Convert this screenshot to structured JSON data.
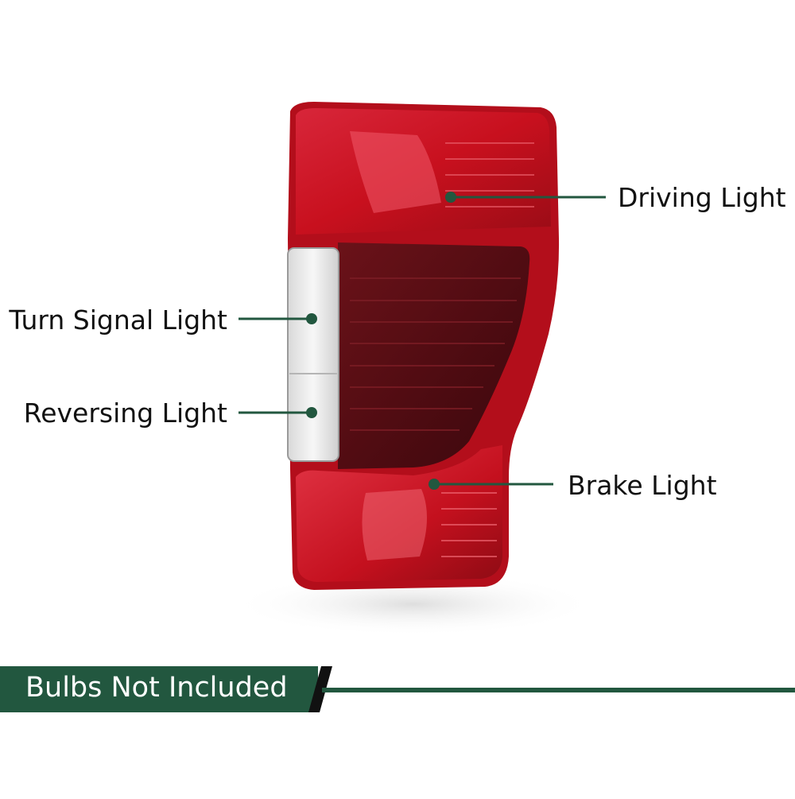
{
  "callouts": {
    "driving": "Driving Light",
    "turn_signal": "Turn Signal Light",
    "reversing": "Reversing Light",
    "brake": "Brake Light"
  },
  "banner": {
    "text": "Bulbs Not Included"
  },
  "colors": {
    "accent_green": "#22573f",
    "lamp_red": "#c8101e",
    "lamp_dark_red": "#5a0d14",
    "lens_clear": "#eeeeee"
  },
  "icons": {
    "product": "tail-light-assembly"
  }
}
